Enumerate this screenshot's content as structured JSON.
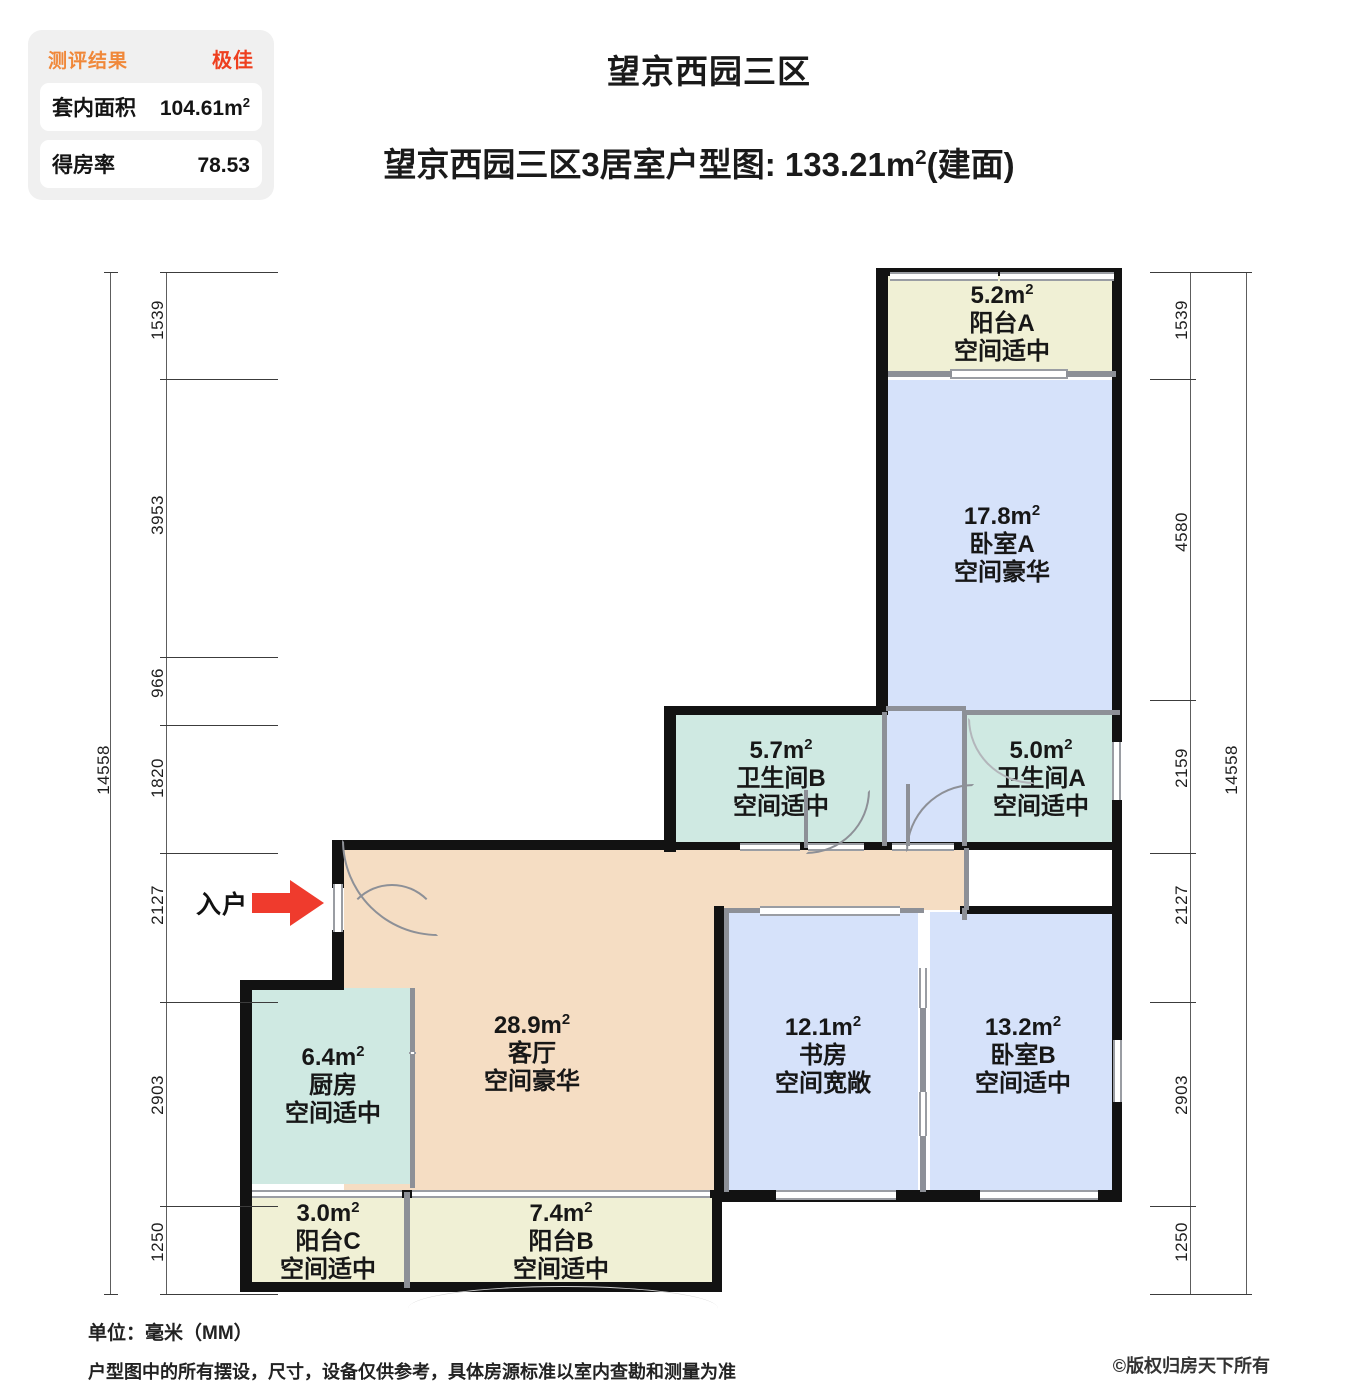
{
  "eval_card": {
    "header_label": "测评结果",
    "header_value": "极佳",
    "header_label_color": "#f0883a",
    "header_value_color": "#ee3f1e",
    "rows": [
      {
        "label": "套内面积",
        "value": "104.61m",
        "sup": "2"
      },
      {
        "label": "得房率",
        "value": "78.53",
        "sup": ""
      }
    ]
  },
  "titles": {
    "community": "望京西园三区",
    "plan_prefix": "望京西园三区3居室户型图: 133.21m",
    "plan_sup": "2",
    "plan_suffix": "(建面)"
  },
  "entrance": {
    "label": "入户",
    "arrow_color": "#ef3b2d"
  },
  "rooms": [
    {
      "key": "balcony_a",
      "area": "5.2m",
      "sup": "2",
      "name": "阳台A",
      "note": "空间适中",
      "fill": "#f0f0d5"
    },
    {
      "key": "bedroom_a",
      "area": "17.8m",
      "sup": "2",
      "name": "卧室A",
      "note": "空间豪华",
      "fill": "#d6e2fa"
    },
    {
      "key": "bathroom_b",
      "area": "5.7m",
      "sup": "2",
      "name": "卫生间B",
      "note": "空间适中",
      "fill": "#cfe9e2"
    },
    {
      "key": "bathroom_a",
      "area": "5.0m",
      "sup": "2",
      "name": "卫生间A",
      "note": "空间适中",
      "fill": "#cfe9e2"
    },
    {
      "key": "living_room",
      "area": "28.9m",
      "sup": "2",
      "name": "客厅",
      "note": "空间豪华",
      "fill": "#f5ddc3"
    },
    {
      "key": "study",
      "area": "12.1m",
      "sup": "2",
      "name": "书房",
      "note": "空间宽敞",
      "fill": "#d6e2fa"
    },
    {
      "key": "bedroom_b",
      "area": "13.2m",
      "sup": "2",
      "name": "卧室B",
      "note": "空间适中",
      "fill": "#d6e2fa"
    },
    {
      "key": "kitchen",
      "area": "6.4m",
      "sup": "2",
      "name": "厨房",
      "note": "空间适中",
      "fill": "#cfe9e2"
    },
    {
      "key": "balcony_c",
      "area": "3.0m",
      "sup": "2",
      "name": "阳台C",
      "note": "空间适中",
      "fill": "#f0f0d5"
    },
    {
      "key": "balcony_b",
      "area": "7.4m",
      "sup": "2",
      "name": "阳台B",
      "note": "空间适中",
      "fill": "#f0f0d5"
    }
  ],
  "dimensions": {
    "unit": "毫米（MM）",
    "left_total": "14558",
    "right_total": "14558",
    "left_segments": [
      "1539",
      "3953",
      "966",
      "1820",
      "2127",
      "2903",
      "1250"
    ],
    "right_segments": [
      "1539",
      "4580",
      "2159",
      "2127",
      "2903",
      "1250"
    ]
  },
  "footer": {
    "unit_note": "单位：毫米（MM）",
    "disclaimer": "户型图中的所有摆设，尺寸，设备仅供参考，具体房源标准以室内查勘和测量为准",
    "copyright": "©版权归房天下所有"
  }
}
